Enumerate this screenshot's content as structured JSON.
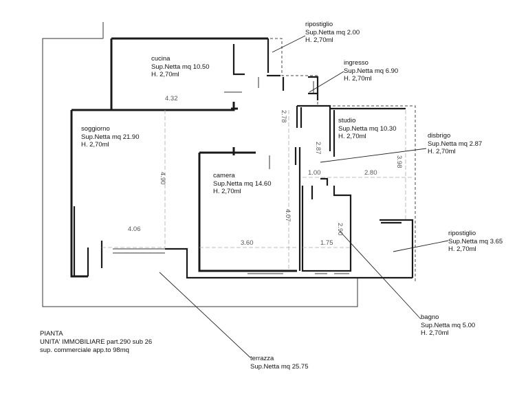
{
  "rooms": {
    "cucina": {
      "name": "cucina",
      "area": "Sup.Netta mq 10.50",
      "height": "H. 2,70ml"
    },
    "ripostiglio_top": {
      "name": "ripostiglio",
      "area": "Sup.Netta mq 2.00",
      "height": "H. 2,70ml"
    },
    "ingresso": {
      "name": "ingresso",
      "area": "Sup.Netta mq 6.90",
      "height": "H. 2,70ml"
    },
    "studio": {
      "name": "studio",
      "area": "Sup.Netta mq 10.30",
      "height": "H. 2,70ml"
    },
    "disbrigo": {
      "name": "disbrigo",
      "area": "Sup.Netta mq 2.87",
      "height": "H. 2,70ml"
    },
    "soggiorno": {
      "name": "soggiorno",
      "area": "Sup.Netta mq 21.90",
      "height": "H. 2,70ml"
    },
    "camera": {
      "name": "camera",
      "area": "Sup.Netta mq 14.60",
      "height": "H. 2,70ml"
    },
    "ripostiglio_right": {
      "name": "ripostiglio",
      "area": "Sup.Netta mq 3.65",
      "height": "H. 2,70ml"
    },
    "bagno": {
      "name": "bagno",
      "area": "Sup.Netta mq 5.00",
      "height": "H. 2,70ml"
    },
    "terrazza": {
      "name": "terrazza",
      "area": "Sup.Netta mq 25.75"
    }
  },
  "dimensions": {
    "cucina_width": "4.32",
    "ingresso_v": "2.78",
    "disbrigo_v": "2.87",
    "studio_v": "3.98",
    "disbrigo_w": "1.00",
    "studio_w": "2.80",
    "soggiorno_v": "4.90",
    "camera_v": "4.07",
    "bagno_v": "2.90",
    "soggiorno_w": "4.06",
    "camera_w": "3.60",
    "bagno_w": "1.75"
  },
  "caption": {
    "line1": "PIANTA",
    "line2": "UNITA' IMMOBILIARE part.290 sub 26",
    "line3": "sup. commerciale app.to 98mq"
  }
}
